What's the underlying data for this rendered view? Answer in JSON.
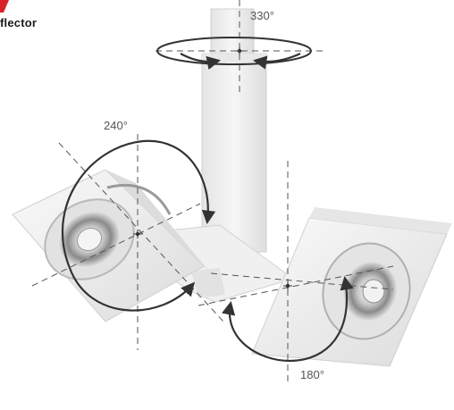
{
  "brand": {
    "text": "flector",
    "logo_color": "#d8232a"
  },
  "rotations": {
    "top": "330°",
    "left_head": "240°",
    "right_head": "180°"
  },
  "colors": {
    "fixture": "#eeeeee",
    "fixture_shadow": "#d6d6d6",
    "arrow": "#333333",
    "axis_line": "#555555"
  }
}
